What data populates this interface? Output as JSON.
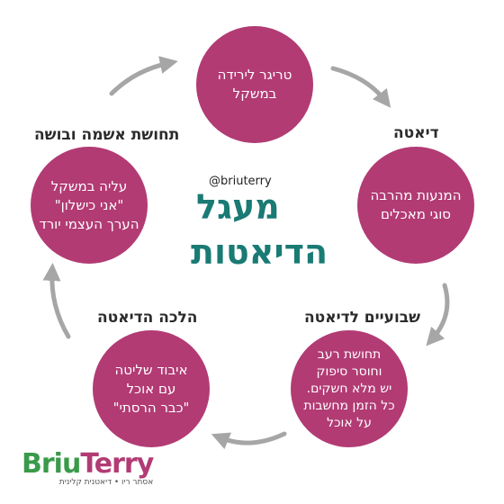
{
  "title": {
    "line1": "מעגל",
    "line2": "הדיאטות"
  },
  "handle": "@briuterry",
  "colors": {
    "circle": "#b23b74",
    "title": "#1a7a74",
    "arrow": "#a6a6a6",
    "logo_green": "#3a9a4a",
    "logo_pink": "#b23b74"
  },
  "stages": [
    {
      "label": "",
      "text": "טריגר לירידה\nבמשקל"
    },
    {
      "label": "דיאטה",
      "text": "המנעות מהרבה\nסוגי מאכלים"
    },
    {
      "label": "שבועיים לדיאטה",
      "text": "תחושת רעב\nוחוסר סיפוק\nיש מלא חשקים.\nכל הזמן מחשבות\nעל אוכל"
    },
    {
      "label": "הלכה הדיאטה",
      "text": "איבוד שליטה\nעם אוכל\n\"כבר הרסתי\""
    },
    {
      "label": "תחושת אשמה ובושה",
      "text": "עליה במשקל\n\"אני כישלון\"\nהערך העצמי יורד"
    }
  ],
  "logo": {
    "part1": "Briu",
    "part2": "Terry",
    "subtitle": "אסתר ריו • דיאטנית קלינית"
  }
}
